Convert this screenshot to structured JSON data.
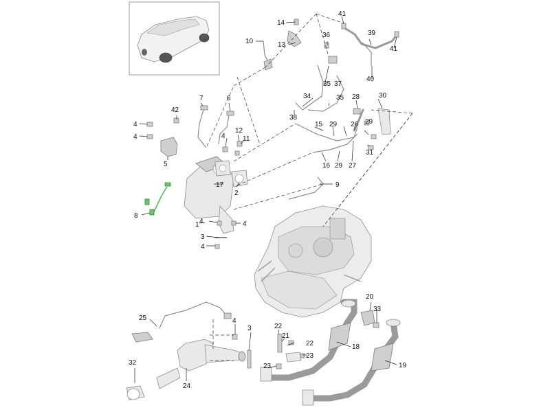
{
  "thumbnail": {
    "icon": "car-suv-icon"
  },
  "callouts": [
    {
      "id": "c1",
      "text": "1"
    },
    {
      "id": "c2",
      "text": "2"
    },
    {
      "id": "c3a",
      "text": "3"
    },
    {
      "id": "c3b",
      "text": "3"
    },
    {
      "id": "c4a",
      "text": "4"
    },
    {
      "id": "c4b",
      "text": "4"
    },
    {
      "id": "c4c",
      "text": "4"
    },
    {
      "id": "c4d",
      "text": "4"
    },
    {
      "id": "c4e",
      "text": "4"
    },
    {
      "id": "c4f",
      "text": "4"
    },
    {
      "id": "c4g",
      "text": "4"
    },
    {
      "id": "c5",
      "text": "5"
    },
    {
      "id": "c6",
      "text": "6"
    },
    {
      "id": "c7",
      "text": "7"
    },
    {
      "id": "c8",
      "text": "8"
    },
    {
      "id": "c9",
      "text": "9"
    },
    {
      "id": "c10",
      "text": "10"
    },
    {
      "id": "c11",
      "text": "11"
    },
    {
      "id": "c12",
      "text": "12"
    },
    {
      "id": "c13",
      "text": "13"
    },
    {
      "id": "c14",
      "text": "14"
    },
    {
      "id": "c15",
      "text": "15"
    },
    {
      "id": "c16",
      "text": "16"
    },
    {
      "id": "c17",
      "text": "17"
    },
    {
      "id": "c18",
      "text": "18"
    },
    {
      "id": "c19",
      "text": "19"
    },
    {
      "id": "c20",
      "text": "20"
    },
    {
      "id": "c21",
      "text": "21"
    },
    {
      "id": "c22a",
      "text": "22"
    },
    {
      "id": "c22b",
      "text": "22"
    },
    {
      "id": "c23a",
      "text": "23"
    },
    {
      "id": "c23b",
      "text": "23"
    },
    {
      "id": "c24",
      "text": "24"
    },
    {
      "id": "c25",
      "text": "25"
    },
    {
      "id": "c26",
      "text": "26"
    },
    {
      "id": "c27",
      "text": "27"
    },
    {
      "id": "c28",
      "text": "28"
    },
    {
      "id": "c29a",
      "text": "29"
    },
    {
      "id": "c29b",
      "text": "29"
    },
    {
      "id": "c29c",
      "text": "29"
    },
    {
      "id": "c30",
      "text": "30"
    },
    {
      "id": "c31",
      "text": "31"
    },
    {
      "id": "c32",
      "text": "32"
    },
    {
      "id": "c33",
      "text": "33"
    },
    {
      "id": "c34",
      "text": "34"
    },
    {
      "id": "c35a",
      "text": "35"
    },
    {
      "id": "c35b",
      "text": "35"
    },
    {
      "id": "c36",
      "text": "36"
    },
    {
      "id": "c37",
      "text": "37"
    },
    {
      "id": "c38",
      "text": "38"
    },
    {
      "id": "c39",
      "text": "39"
    },
    {
      "id": "c40",
      "text": "40"
    },
    {
      "id": "c41a",
      "text": "41"
    },
    {
      "id": "c41b",
      "text": "41"
    },
    {
      "id": "c42",
      "text": "42"
    }
  ],
  "colors": {
    "highlight": "#6fc36f",
    "line": "#222222",
    "part": "#e9e9e9"
  }
}
